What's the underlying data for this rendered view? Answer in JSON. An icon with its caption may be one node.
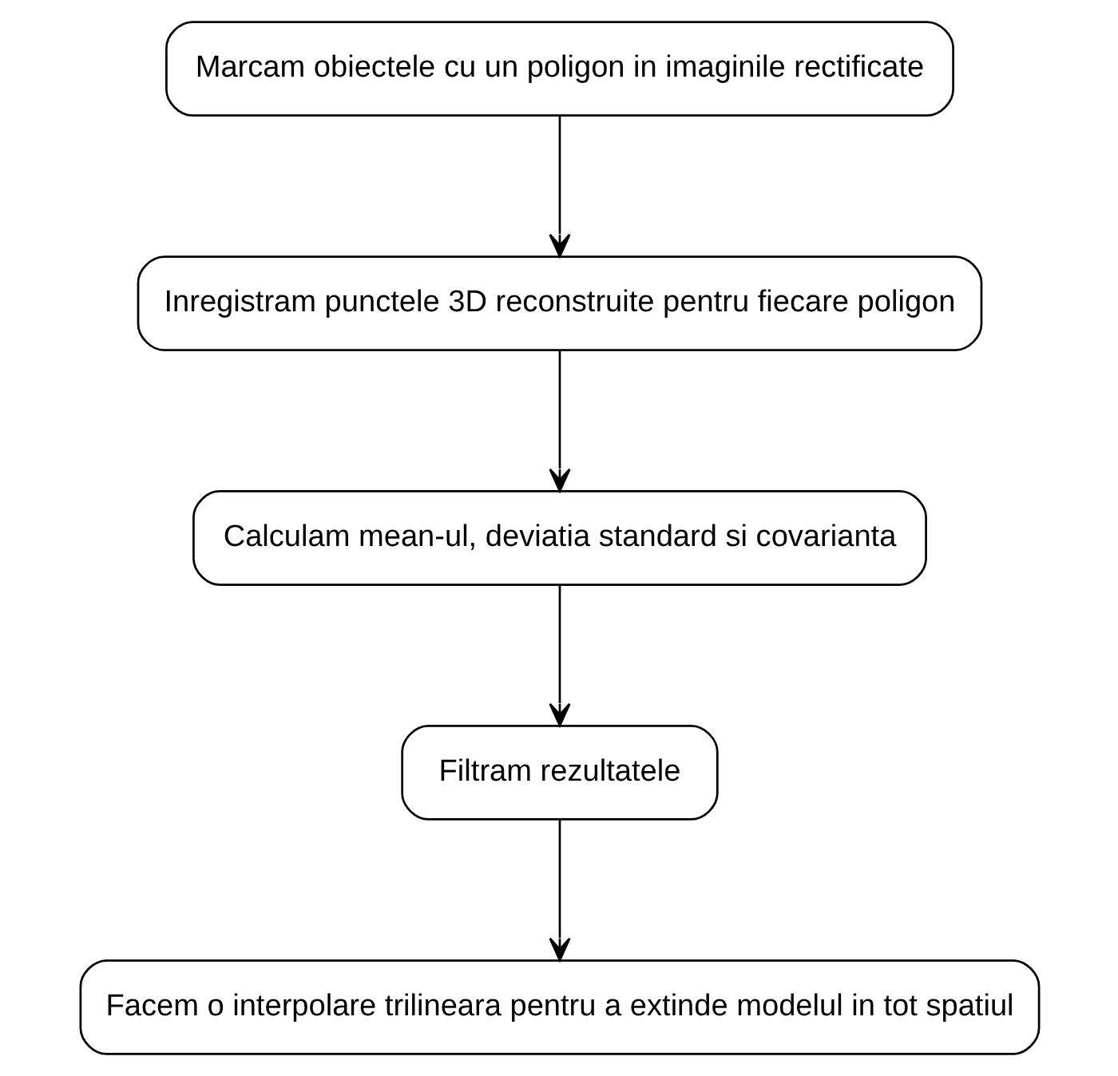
{
  "diagram": {
    "nodes": [
      {
        "text": [
          "Marcam obiectele cu un poligon in imaginile rectificate"
        ]
      },
      {
        "text": [
          "Inregistram punctele 3D reconstruite pentru fiecare poligon"
        ]
      },
      {
        "text": [
          "Calculam mean-ul, deviatia standard si covarianta"
        ]
      },
      {
        "text": [
          "Filtram rezultatele"
        ]
      },
      {
        "text": [
          "Facem o interpolare trilineara pentru a extinde modelul in tot spatiul"
        ]
      }
    ],
    "edges": [
      {
        "from": 0,
        "to": 1,
        "arrow": "to"
      },
      {
        "from": 1,
        "to": 2,
        "arrow": "to"
      },
      {
        "from": 2,
        "to": 3,
        "arrow": "to"
      },
      {
        "from": 3,
        "to": 4,
        "arrow": "to"
      }
    ]
  }
}
